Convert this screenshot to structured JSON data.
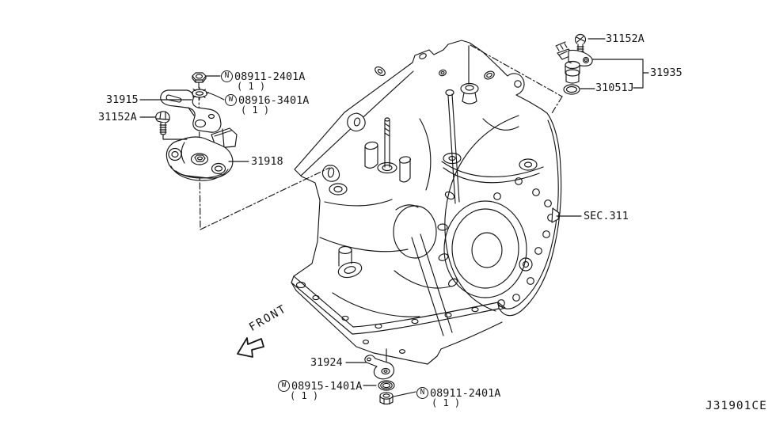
{
  "diagram": {
    "drawing_code": "J31901CE",
    "section_ref": "SEC.311",
    "front_marker": "FRONT",
    "labels": {
      "bolt_top": {
        "text": "31152A"
      },
      "sensor_assembly": {
        "text": "31935"
      },
      "o_ring": {
        "text": "31051J"
      },
      "nut_top": {
        "badge": "N",
        "text": "08911-2401A",
        "qty": "( 1 )"
      },
      "lock_washer_top": {
        "badge": "W",
        "text": "08916-3401A",
        "qty": "( 1 )"
      },
      "bracket": {
        "text": "31915"
      },
      "bolt_left": {
        "text": "31152A"
      },
      "inhibitor_switch": {
        "text": "31918"
      },
      "drain_lever": {
        "text": "31924"
      },
      "washer_bottom": {
        "badge": "W",
        "text": "08915-1401A",
        "qty": "( 1 )"
      },
      "nut_bottom": {
        "badge": "N",
        "text": "08911-2401A",
        "qty": "( 1 )"
      }
    },
    "colors": {
      "line": "#161616",
      "background": "#ffffff"
    }
  }
}
